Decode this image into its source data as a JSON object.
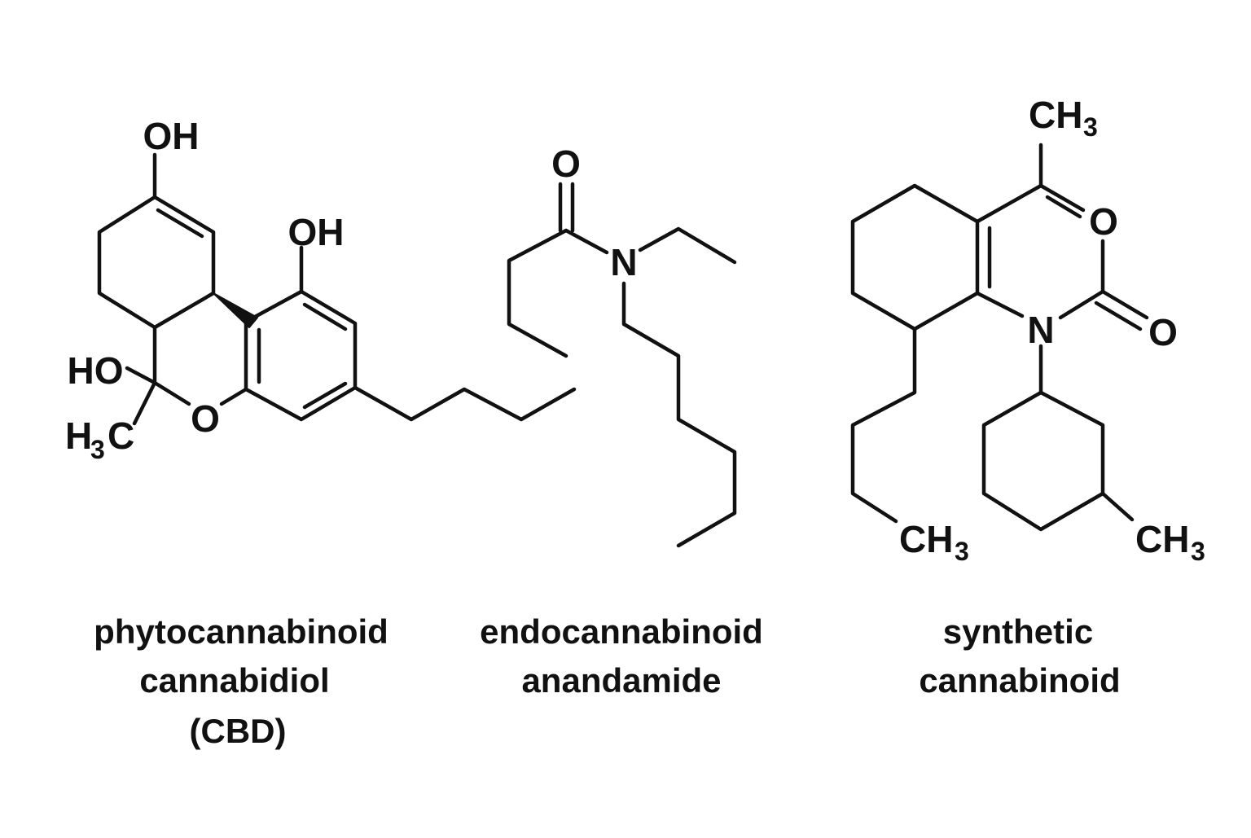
{
  "colors": {
    "ink": "#111111",
    "background": "#ffffff"
  },
  "molecules": [
    {
      "caption": [
        "phytocannabinoid",
        "cannabidiol",
        "(CBD)"
      ],
      "labels": {
        "oh_top": "OH",
        "oh_phenol": "OH",
        "ho_left": "HO",
        "h3c_h": "H",
        "h3c_sub": "3",
        "h3c_c": "C",
        "o_ring": "O"
      }
    },
    {
      "caption": [
        "endocannabinoid",
        "anandamide"
      ],
      "labels": {
        "o_carbonyl": "O",
        "n_amide": "N"
      }
    },
    {
      "caption": [
        "synthetic",
        "cannabinoid"
      ],
      "labels": {
        "ch3_top": "CH",
        "ch3_top_sub": "3",
        "o_ring": "O",
        "o_carbonyl": "O",
        "n_ring": "N",
        "ch3_chain": "CH",
        "ch3_chain_sub": "3",
        "ch3_cyclohexyl": "CH",
        "ch3_cyclohexyl_sub": "3"
      }
    }
  ]
}
